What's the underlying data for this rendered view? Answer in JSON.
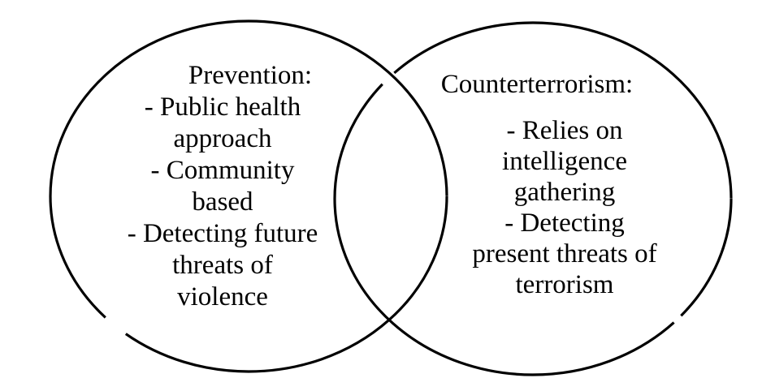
{
  "diagram": {
    "type": "venn-diagram",
    "left_circle": {
      "title": "Prevention:",
      "lines": [
        "- Public health",
        "approach",
        "- Community",
        "based",
        "- Detecting future",
        "threats of",
        "violence"
      ]
    },
    "right_circle": {
      "title": "Counterterrorism:",
      "lines": [
        "- Relies on",
        "intelligence",
        "gathering",
        "- Detecting",
        "present threats of",
        "terrorism"
      ]
    }
  },
  "colors": {
    "line": "#000000",
    "text": "#000000",
    "background": "#ffffff"
  }
}
